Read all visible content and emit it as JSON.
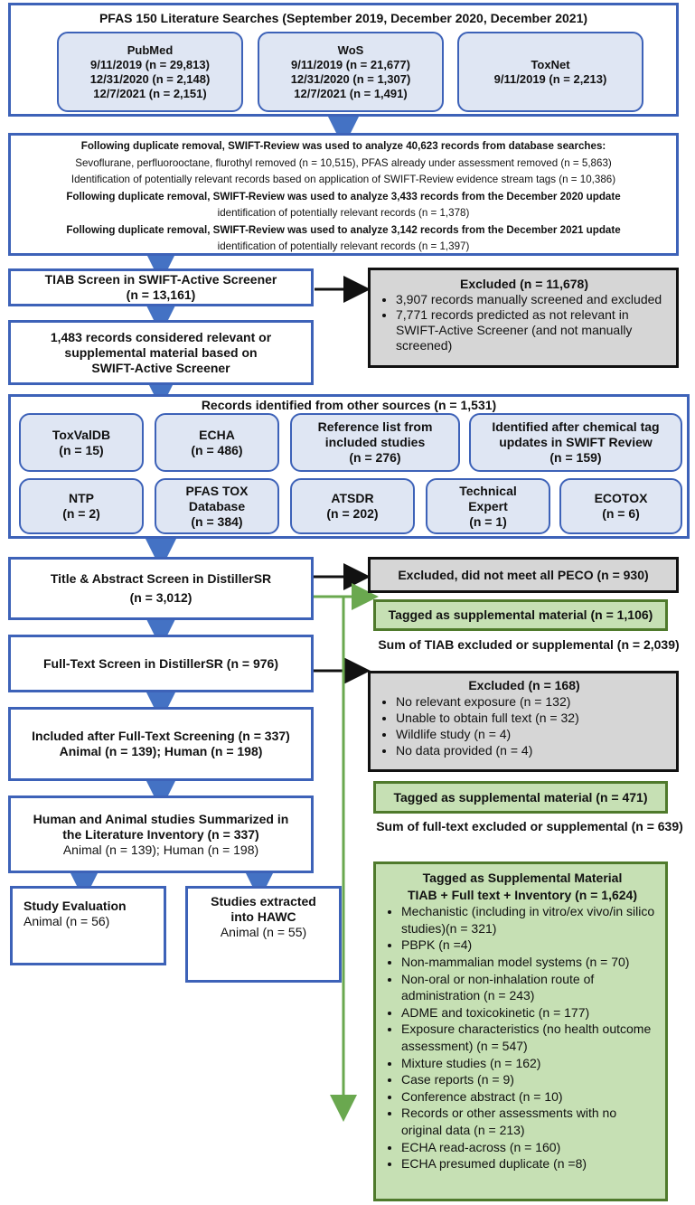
{
  "search": {
    "title": "PFAS 150 Literature Searches (September 2019, December 2020, December 2021)",
    "databases": [
      {
        "name": "PubMed",
        "lines": [
          "9/11/2019 (n = 29,813)",
          "12/31/2020 (n = 2,148)",
          "12/7/2021 (n = 2,151)"
        ]
      },
      {
        "name": "WoS",
        "lines": [
          "9/11/2019 (n = 21,677)",
          "12/31/2020 (n = 1,307)",
          "12/7/2021 (n = 1,491)"
        ]
      },
      {
        "name": "ToxNet",
        "lines": [
          "9/11/2019 (n = 2,213)"
        ]
      }
    ]
  },
  "swift": {
    "line1": "Following duplicate removal, SWIFT-Review was used to analyze 40,623 records from database searches:",
    "line2": "Sevoflurane, perfluorooctane, flurothyl removed (n = 10,515), PFAS already under assessment removed (n = 5,863)",
    "line3": "Identification of potentially relevant records based on application of SWIFT-Review evidence stream tags (n = 10,386)",
    "line4": "Following duplicate removal, SWIFT-Review was used to analyze  3,433 records from the December 2020 update",
    "line5": "identification of potentially relevant records (n = 1,378)",
    "line6": "Following duplicate removal, SWIFT-Review was used to analyze 3,142  records from the December 2021 update",
    "line7": "identification of potentially relevant records (n =  1,397)"
  },
  "tiab_active": {
    "line1": "TIAB Screen in SWIFT-Active Screener",
    "line2": "(n = 13,161)"
  },
  "excluded_active": {
    "title": "Excluded (n = 11,678)",
    "items": [
      "3,907 records manually screened and excluded",
      "7,771 records predicted as not relevant in SWIFT-Active Screener (and not manually screened)"
    ]
  },
  "relevant_active": {
    "line1": "1,483 records considered relevant or",
    "line2": "supplemental material based on",
    "line3": "SWIFT-Active Screener"
  },
  "other_sources": {
    "title": "Records identified from other sources (n = 1,531)",
    "row1": [
      {
        "name": "ToxValDB",
        "count": "(n = 15)"
      },
      {
        "name": "ECHA",
        "count": "(n = 486)"
      },
      {
        "name": "Reference list from included studies",
        "count": "(n = 276)"
      },
      {
        "name": "Identified after chemical tag updates in SWIFT Review",
        "count": "(n = 159)"
      }
    ],
    "row2": [
      {
        "name": "NTP",
        "count": "(n = 2)"
      },
      {
        "name": "PFAS TOX Database",
        "count": "(n = 384)"
      },
      {
        "name": "ATSDR",
        "count": "(n = 202)"
      },
      {
        "name": "Technical Expert",
        "count": "(n = 1)"
      },
      {
        "name": "ECOTOX",
        "count": "(n = 6)"
      }
    ]
  },
  "ta_screen": {
    "line1": "Title & Abstract Screen in DistillerSR",
    "line2": "(n = 3,012)"
  },
  "excluded_peco": {
    "text": "Excluded, did not meet all PECO (n = 930)"
  },
  "tagged_tiab": {
    "text": "Tagged as supplemental material (n = 1,106)"
  },
  "sum_tiab": {
    "text": "Sum of TIAB excluded or supplemental (n = 2,039)"
  },
  "ft_screen": {
    "text": "Full-Text Screen in DistillerSR (n = 976)"
  },
  "excluded_ft": {
    "title": "Excluded (n = 168)",
    "items": [
      "No relevant exposure (n = 132)",
      "Unable to obtain full text (n = 32)",
      "Wildlife study (n = 4)",
      "No data provided (n = 4)"
    ]
  },
  "tagged_ft": {
    "text": "Tagged as supplemental material (n = 471)"
  },
  "sum_ft": {
    "text": "Sum of  full-text excluded or supplemental (n = 639)"
  },
  "included": {
    "line1": "Included after Full-Text Screening (n = 337)",
    "line2": "Animal (n = 139); Human (n = 198)"
  },
  "inventory": {
    "line1": "Human and Animal studies Summarized in",
    "line2": "the Literature Inventory (n = 337)",
    "line3": "Animal (n = 139); Human (n = 198)"
  },
  "evaluation": {
    "title": "Study Evaluation",
    "sub": "Animal (n = 56)"
  },
  "hawc": {
    "title": "Studies extracted into HAWC",
    "sub": "Animal (n = 55)"
  },
  "supplemental": {
    "title": "Tagged as Supplemental Material",
    "subtitle": "TIAB + Full text + Inventory (n = 1,624)",
    "items": [
      "Mechanistic (including in vitro/ex vivo/in silico studies)(n = 321)",
      "PBPK (n =4)",
      "Non-mammalian model systems (n = 70)",
      "Non-oral or non-inhalation route of administration (n = 243)",
      "ADME and toxicokinetic (n = 177)",
      "Exposure characteristics (no health outcome assessment) (n = 547)",
      "Mixture studies (n = 162)",
      "Case reports (n =  9)",
      "Conference abstract (n = 10)",
      "Records or other assessments with no original data (n = 213)",
      "ECHA read-across (n = 160)",
      "ECHA presumed duplicate (n =8)"
    ]
  }
}
